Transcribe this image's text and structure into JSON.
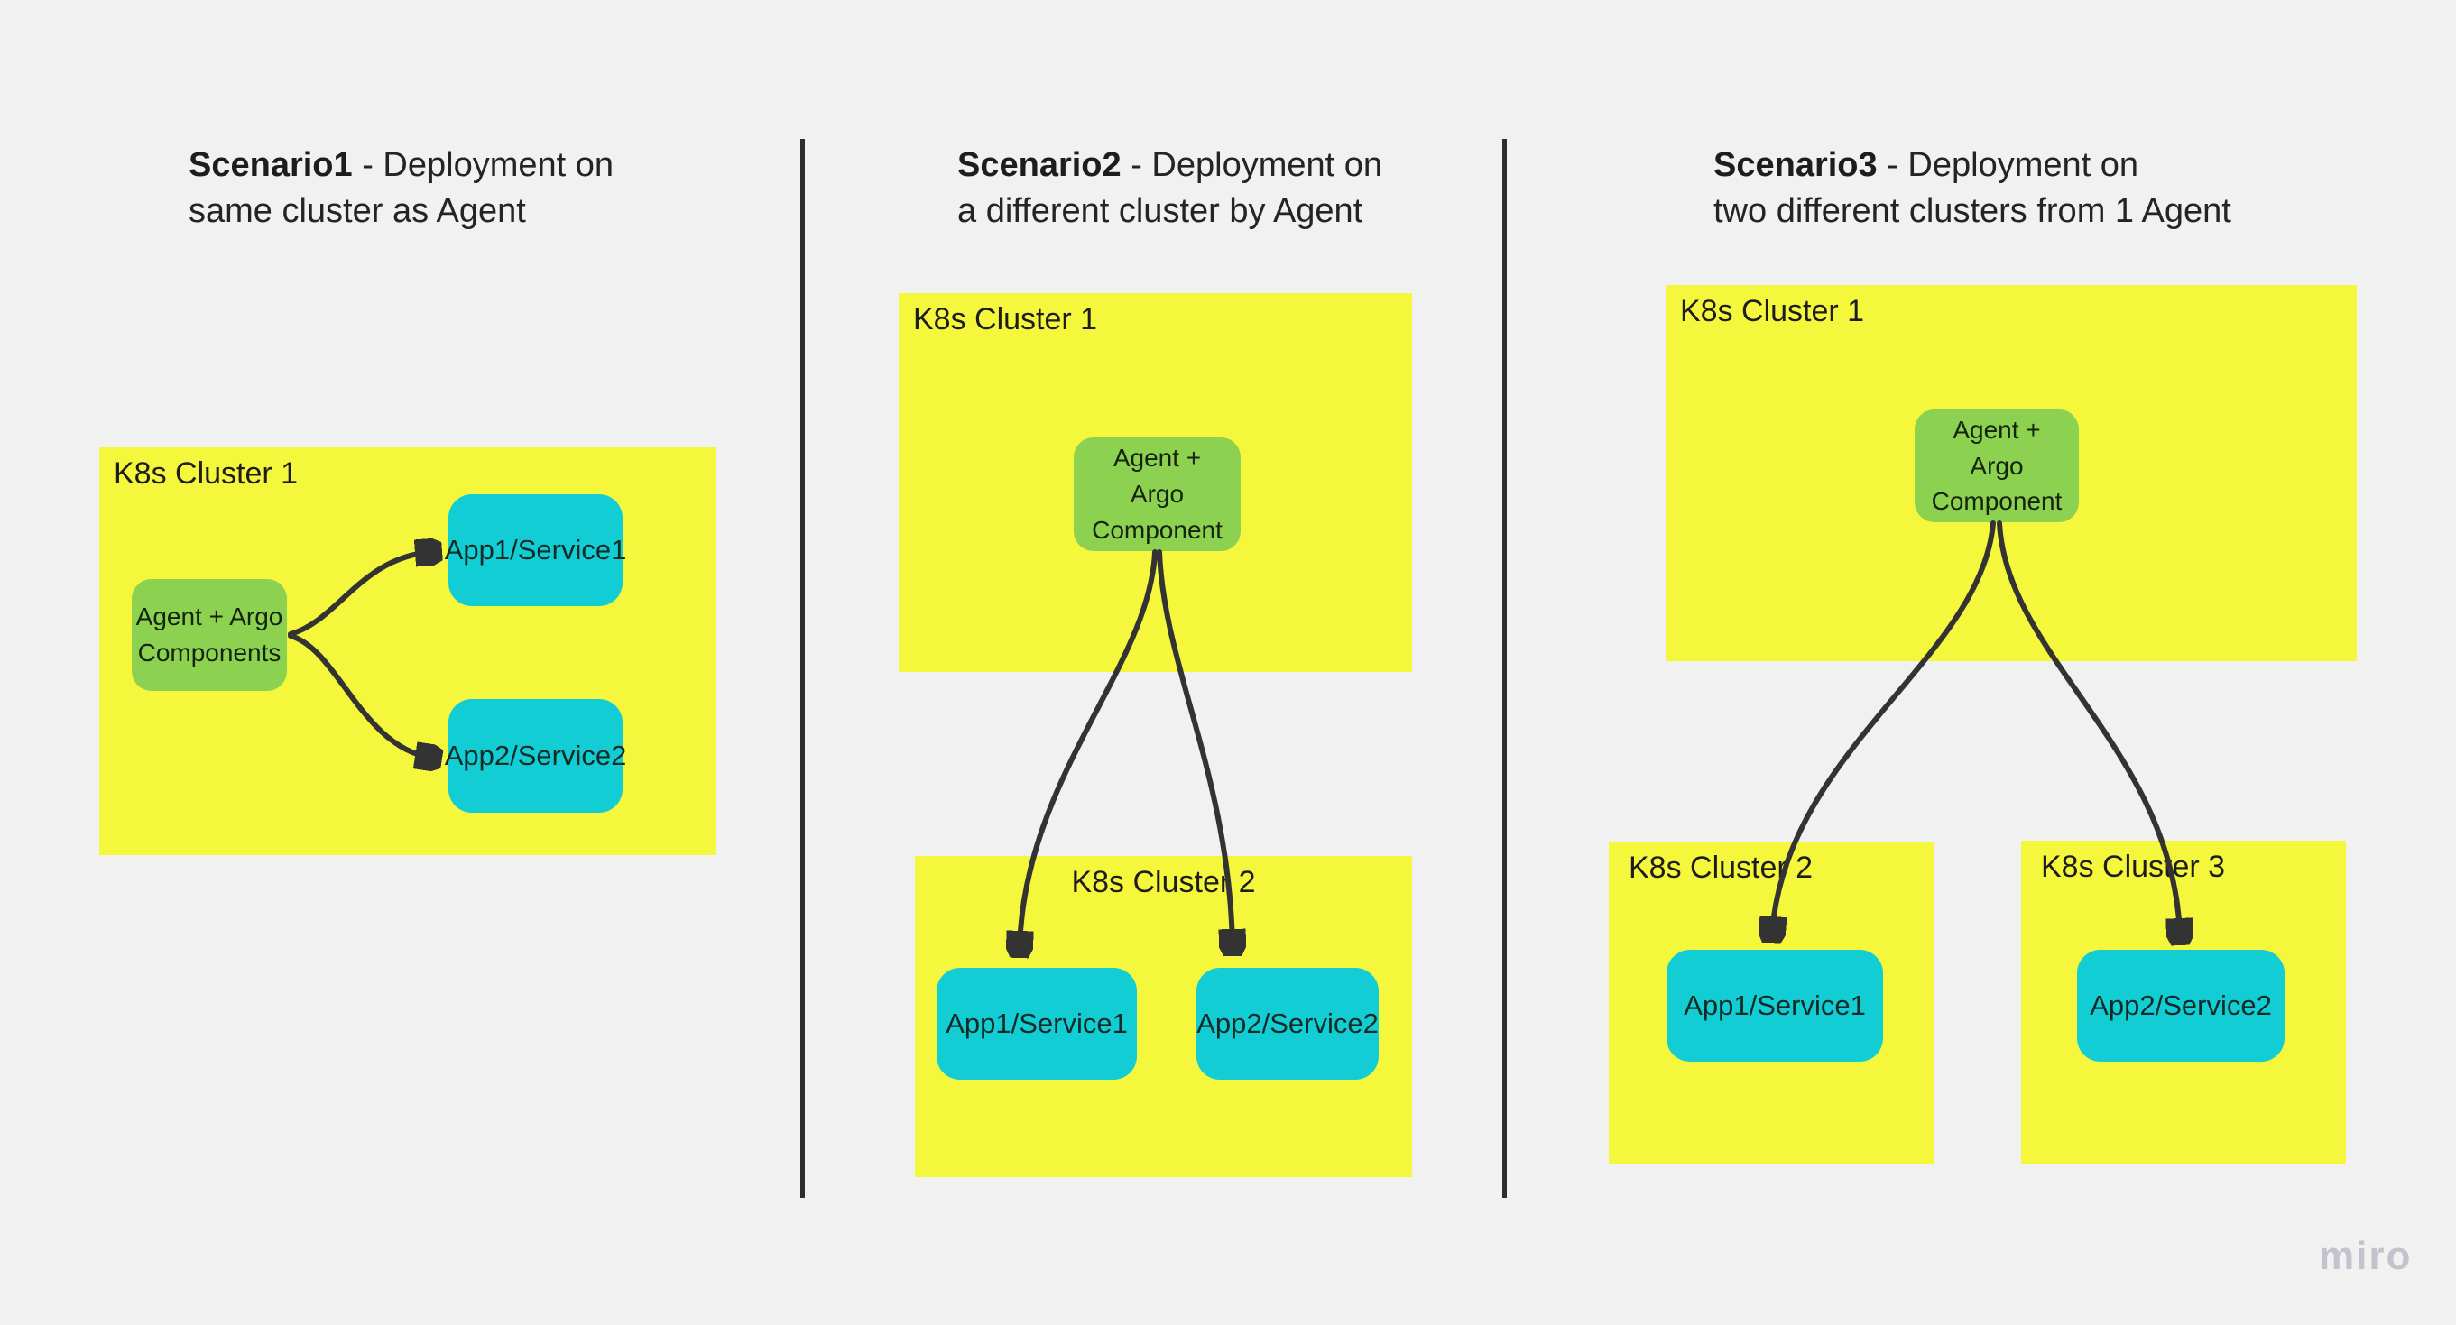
{
  "board": {
    "watermark": "miro",
    "colors": {
      "background": "#f1f1f2",
      "cluster_fill": "#f5f73c",
      "agent_fill": "#8cd14f",
      "app_fill": "#12cdd4",
      "connector": "#333333",
      "divider": "#2d2d2d",
      "text": "#1d1d1d",
      "watermark_text": "#c3c3cd"
    }
  },
  "scenarios": [
    {
      "title": {
        "bold": "Scenario1",
        "rest_line1": " - Deployment on",
        "line2": "same cluster as Agent"
      },
      "clusters": [
        {
          "label": "K8s Cluster 1"
        }
      ],
      "agent": {
        "lines": [
          "Agent + Argo",
          "Components"
        ]
      },
      "apps": [
        {
          "label": "App1/Service1"
        },
        {
          "label": "App2/Service2"
        }
      ]
    },
    {
      "title": {
        "bold": "Scenario2",
        "rest_line1": " - Deployment on",
        "line2": "a different cluster by Agent"
      },
      "clusters": [
        {
          "label": "K8s Cluster 1"
        },
        {
          "label": "K8s Cluster 2"
        }
      ],
      "agent": {
        "lines": [
          "Agent +",
          "Argo",
          "Component"
        ]
      },
      "apps": [
        {
          "label": "App1/Service1"
        },
        {
          "label": "App2/Service2"
        }
      ]
    },
    {
      "title": {
        "bold": "Scenario3",
        "rest_line1": " - Deployment on",
        "line2": "two different clusters from 1 Agent"
      },
      "clusters": [
        {
          "label": "K8s Cluster 1"
        },
        {
          "label": "K8s Cluster 2"
        },
        {
          "label": "K8s Cluster 3"
        }
      ],
      "agent": {
        "lines": [
          "Agent +",
          "Argo",
          "Component"
        ]
      },
      "apps": [
        {
          "label": "App1/Service1"
        },
        {
          "label": "App2/Service2"
        }
      ]
    }
  ]
}
